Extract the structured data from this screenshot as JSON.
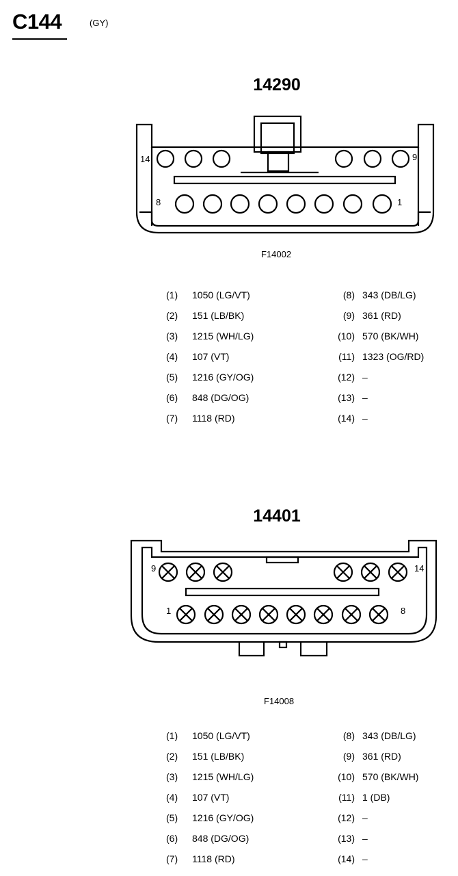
{
  "header": {
    "id": "C144",
    "color": "(GY)"
  },
  "connectors": [
    {
      "title": "14290",
      "figure_label": "F14002",
      "top_row_left_label": "14",
      "top_row_right_label": "9",
      "bottom_row_left_label": "8",
      "bottom_row_right_label": "1",
      "pins_left": [
        {
          "num": "(1)",
          "circuit": "1050 (LG/VT)"
        },
        {
          "num": "(2)",
          "circuit": "151 (LB/BK)"
        },
        {
          "num": "(3)",
          "circuit": "1215 (WH/LG)"
        },
        {
          "num": "(4)",
          "circuit": "107 (VT)"
        },
        {
          "num": "(5)",
          "circuit": "1216 (GY/OG)"
        },
        {
          "num": "(6)",
          "circuit": "848 (DG/OG)"
        },
        {
          "num": "(7)",
          "circuit": "1118 (RD)"
        }
      ],
      "pins_right": [
        {
          "num": "(8)",
          "circuit": "343 (DB/LG)"
        },
        {
          "num": "(9)",
          "circuit": "361 (RD)"
        },
        {
          "num": "(10)",
          "circuit": "570 (BK/WH)"
        },
        {
          "num": "(11)",
          "circuit": "1323 (OG/RD)"
        },
        {
          "num": "(12)",
          "circuit": "–"
        },
        {
          "num": "(13)",
          "circuit": "–"
        },
        {
          "num": "(14)",
          "circuit": "–"
        }
      ]
    },
    {
      "title": "14401",
      "figure_label": "F14008",
      "top_row_left_label": "9",
      "top_row_right_label": "14",
      "bottom_row_left_label": "1",
      "bottom_row_right_label": "8",
      "pins_left": [
        {
          "num": "(1)",
          "circuit": "1050 (LG/VT)"
        },
        {
          "num": "(2)",
          "circuit": "151 (LB/BK)"
        },
        {
          "num": "(3)",
          "circuit": "1215 (WH/LG)"
        },
        {
          "num": "(4)",
          "circuit": "107 (VT)"
        },
        {
          "num": "(5)",
          "circuit": "1216 (GY/OG)"
        },
        {
          "num": "(6)",
          "circuit": "848 (DG/OG)"
        },
        {
          "num": "(7)",
          "circuit": "1118 (RD)"
        }
      ],
      "pins_right": [
        {
          "num": "(8)",
          "circuit": "343 (DB/LG)"
        },
        {
          "num": "(9)",
          "circuit": "361 (RD)"
        },
        {
          "num": "(10)",
          "circuit": "570 (BK/WH)"
        },
        {
          "num": "(11)",
          "circuit": "1 (DB)"
        },
        {
          "num": "(12)",
          "circuit": "–"
        },
        {
          "num": "(13)",
          "circuit": "–"
        },
        {
          "num": "(14)",
          "circuit": "–"
        }
      ]
    }
  ]
}
